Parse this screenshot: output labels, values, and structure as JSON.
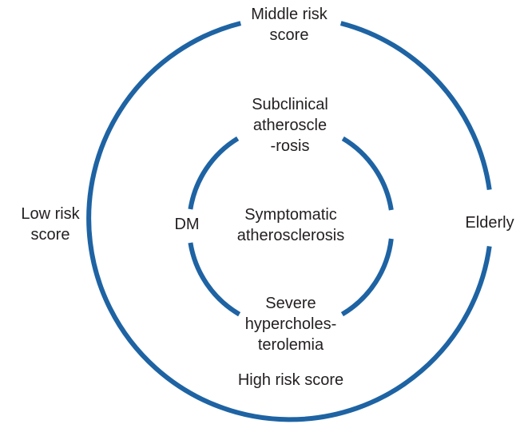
{
  "diagram": {
    "ring_color": "#1e63a3",
    "outer_labels": {
      "top": [
        "Middle risk",
        "score"
      ],
      "left": [
        "Low risk",
        "score"
      ],
      "right": "Elderly",
      "bottom": "High risk score"
    },
    "inner_labels": {
      "top": [
        "Subclinical",
        "atheroscle",
        "-rosis"
      ],
      "left": "DM",
      "right": "",
      "bottom": [
        "Severe",
        "hypercholes-",
        "terolemia"
      ]
    },
    "center_label": [
      "Symptomatic",
      "atherosclerosis"
    ]
  }
}
